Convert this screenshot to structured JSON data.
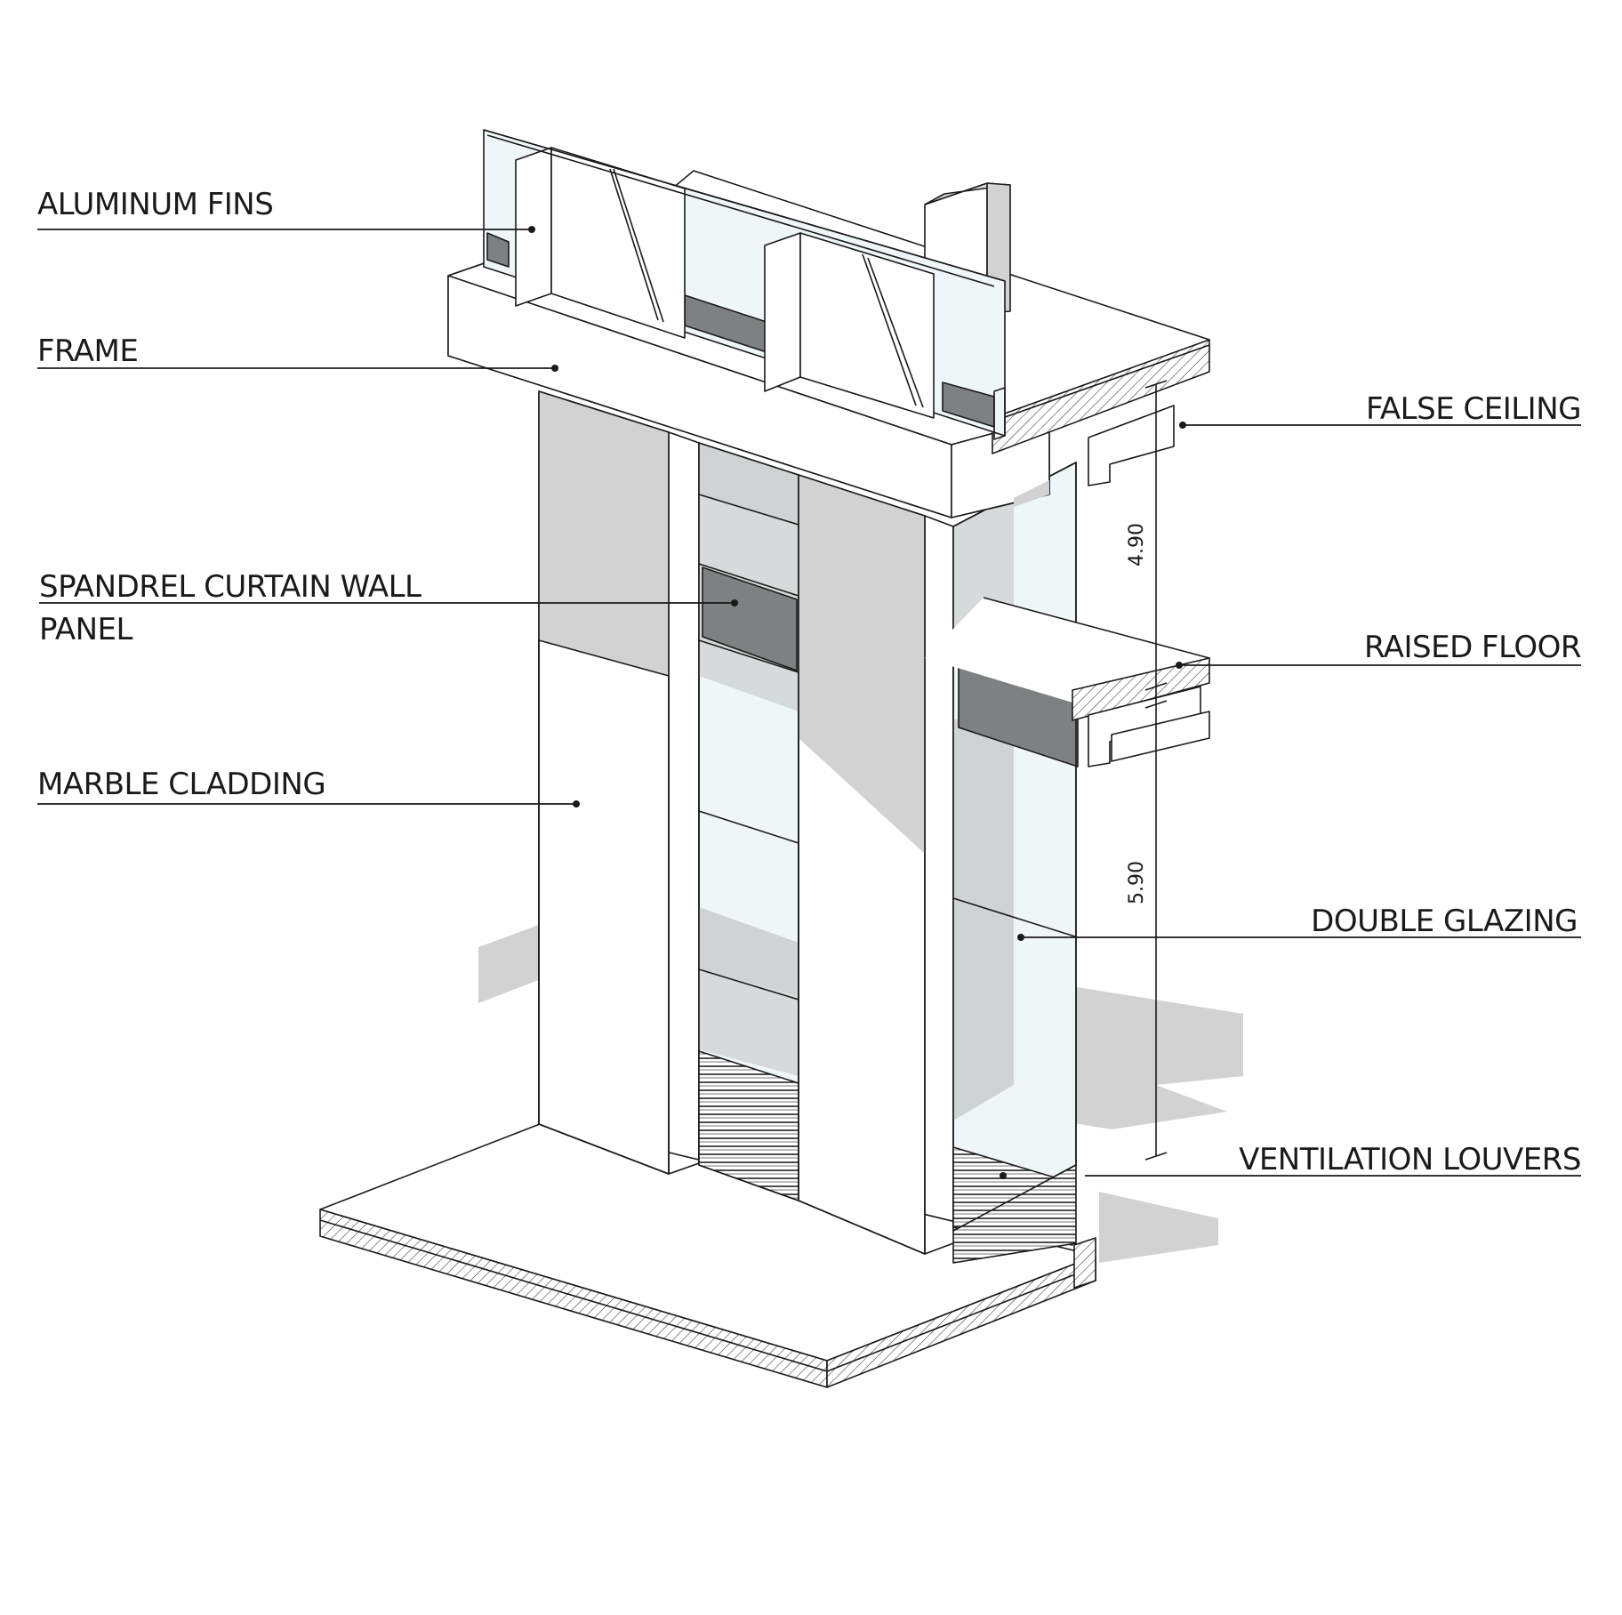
{
  "labels": {
    "aluminum_fins": "ALUMINUM FINS",
    "frame": "FRAME",
    "spandrel_line1": "SPANDREL CURTAIN WALL",
    "spandrel_line2": "PANEL",
    "marble_cladding": "MARBLE CLADDING",
    "false_ceiling": "FALSE CEILING",
    "raised_floor": "RAISED FLOOR",
    "double_glazing": "DOUBLE GLAZING",
    "ventilation_louvers": "VENTILATION LOUVERS"
  },
  "dimensions": {
    "upper": "4.90",
    "lower": "5.90"
  },
  "colors": {
    "line": "#1a1a1a",
    "shadow": "#d2d2d2",
    "glass": "#eef6f8",
    "spandrel": "#7d8182",
    "white": "#ffffff"
  }
}
